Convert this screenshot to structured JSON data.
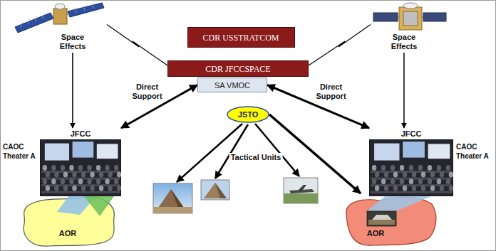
{
  "diagram": {
    "nodes": [
      {
        "text": [
          "Space Effects"
        ]
      },
      {
        "text": [
          "CDR USSTRATCOM"
        ]
      },
      {
        "text": [
          "Space Effects"
        ]
      },
      {
        "text": [
          "CDR JFCCSPACE"
        ]
      },
      {
        "text": [
          "SA VMOC"
        ]
      },
      {
        "text": [
          "JSTO"
        ]
      },
      {
        "text": [
          "JFCC",
          "CAOC Theater A"
        ]
      },
      {
        "text": [
          "JFCC",
          "CAOC Theater A"
        ]
      },
      {
        "text": [
          "AOR"
        ]
      },
      {
        "text": [
          "AOR"
        ]
      }
    ],
    "edges": [
      {
        "from": 0,
        "to": 6,
        "arrow": "to"
      },
      {
        "from": 2,
        "to": 7,
        "arrow": "to"
      },
      {
        "from": 0,
        "to": 3,
        "arrow": "none"
      },
      {
        "from": 2,
        "to": 3,
        "arrow": "none"
      },
      {
        "from": 4,
        "to": 6,
        "arrow": "both",
        "label": "Direct Support"
      },
      {
        "from": 4,
        "to": 7,
        "arrow": "both",
        "label": "Direct Support"
      },
      {
        "from": 5,
        "to": 9,
        "arrow": "to"
      }
    ],
    "labels": [
      "Tactical Units"
    ]
  }
}
